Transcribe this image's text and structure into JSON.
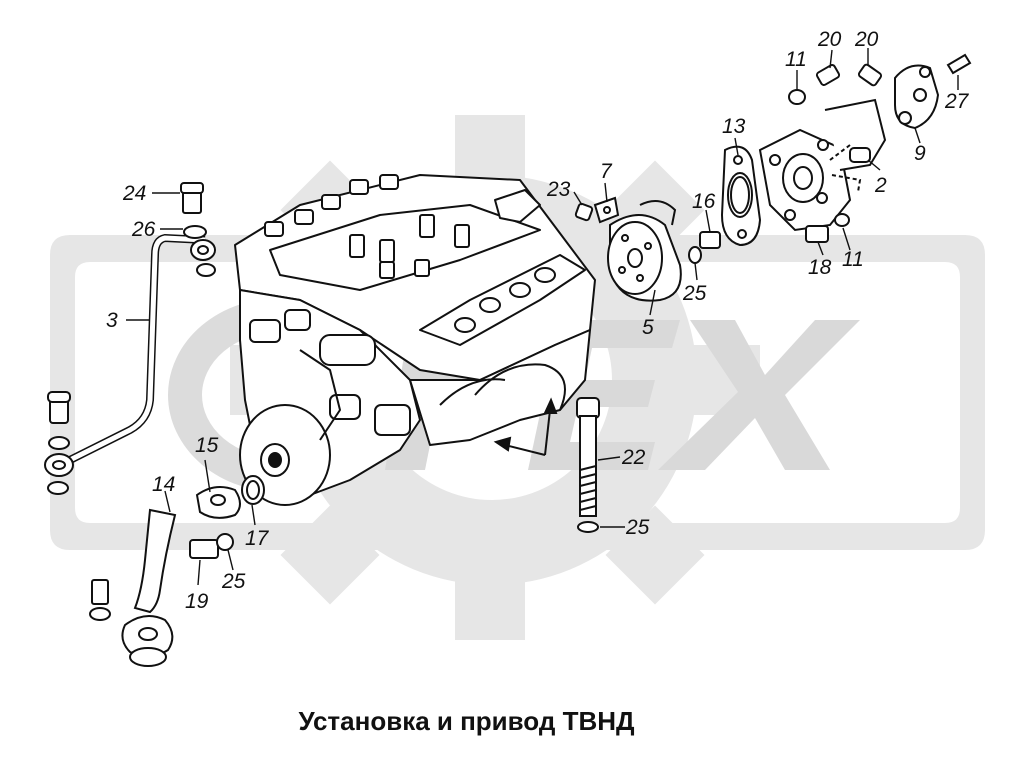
{
  "title": "Установка и привод ТВНД",
  "watermark": "OPEX",
  "callouts": {
    "c24": "24",
    "c26": "26",
    "c3": "3",
    "c14": "14",
    "c15": "15",
    "c17": "17",
    "c19": "19",
    "c25a": "25",
    "c23": "23",
    "c7": "7",
    "c5": "5",
    "c16": "16",
    "c25b": "25",
    "c13": "13",
    "c11a": "11",
    "c20a": "20",
    "c20b": "20",
    "c27": "27",
    "c9": "9",
    "c2": "2",
    "c18": "18",
    "c11b": "11",
    "c22": "22",
    "c25c": "25"
  },
  "colors": {
    "line": "#111111",
    "watermark": "#e3e3e3",
    "part_fill": "#ffffff"
  }
}
